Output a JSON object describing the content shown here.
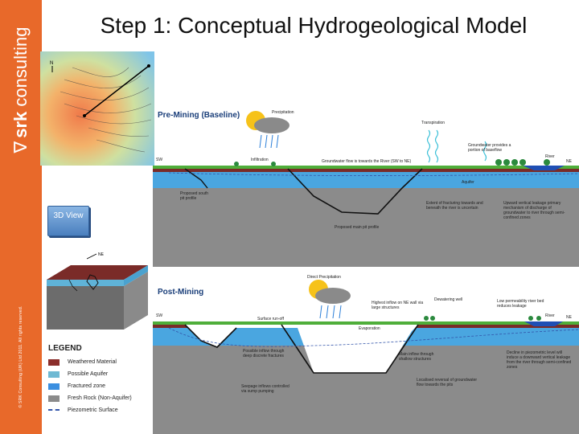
{
  "title": "Step 1: Conceptual Hydrogeological Model",
  "brand": {
    "mark": "∇",
    "name_bold": "srk",
    "name_rest": " consulting"
  },
  "copyright": "© SRK Consulting (UK) Ltd 2011. All rights reserved.",
  "view_button": "3D View",
  "map_north": "N",
  "block_north": "NE",
  "legend": {
    "title": "LEGEND",
    "items": [
      {
        "label": "Weathered Material",
        "color": "#8b2e2b"
      },
      {
        "label": "Possible Aquifer",
        "color": "#6fb9d3"
      },
      {
        "label": "Fractured zone",
        "color": "#3b8fe0"
      },
      {
        "label": "Fresh Rock (Non-Aquifer)",
        "color": "#8b8b8b"
      },
      {
        "label": "Piezometric Surface",
        "color": "#3355aa"
      }
    ]
  },
  "pre": {
    "title": "Pre-Mining (Baseline)",
    "labels": {
      "precipitation": "Precipitation",
      "transpiration": "Transpiration",
      "baseflow": "Groundwater provides a portion of baseflow",
      "sw": "SW",
      "ne": "NE",
      "infiltration": "Infiltration",
      "flow": "Groundwater flow is towards the River (SW to NE)",
      "river": "River",
      "aquifer": "Aquifer",
      "south_pit": "Proposed south pit profile",
      "fracturing": "Extent of fracturing towards and beneath the river is uncertain",
      "leakage": "Upward vertical leakage primary mechanism of discharge of groundwater to river through semi-confined zones",
      "main_pit": "Proposed main pit profile"
    }
  },
  "post": {
    "title": "Post-Mining",
    "labels": {
      "direct_precip": "Direct Precipitation",
      "highest_inflow": "Highest inflow on NE wall via large structures",
      "dewatering": "Dewatering well",
      "low_perm": "Low permeability river bed reduces leakage",
      "sw": "SW",
      "ne": "NE",
      "runoff": "Surface run-off",
      "river": "River",
      "evaporation": "Evaporation",
      "deep_inflow": "Possible inflow through deep discrete fractures",
      "main_inflow": "Main inflow through shallow structures",
      "decline": "Decline in piezometric level will induce a downward vertical leakage from the river through semi-confined zones",
      "seepage": "Seepage inflows controlled via sump pumping",
      "reversal": "Localised reversal of groundwater flow towards the pits"
    }
  }
}
